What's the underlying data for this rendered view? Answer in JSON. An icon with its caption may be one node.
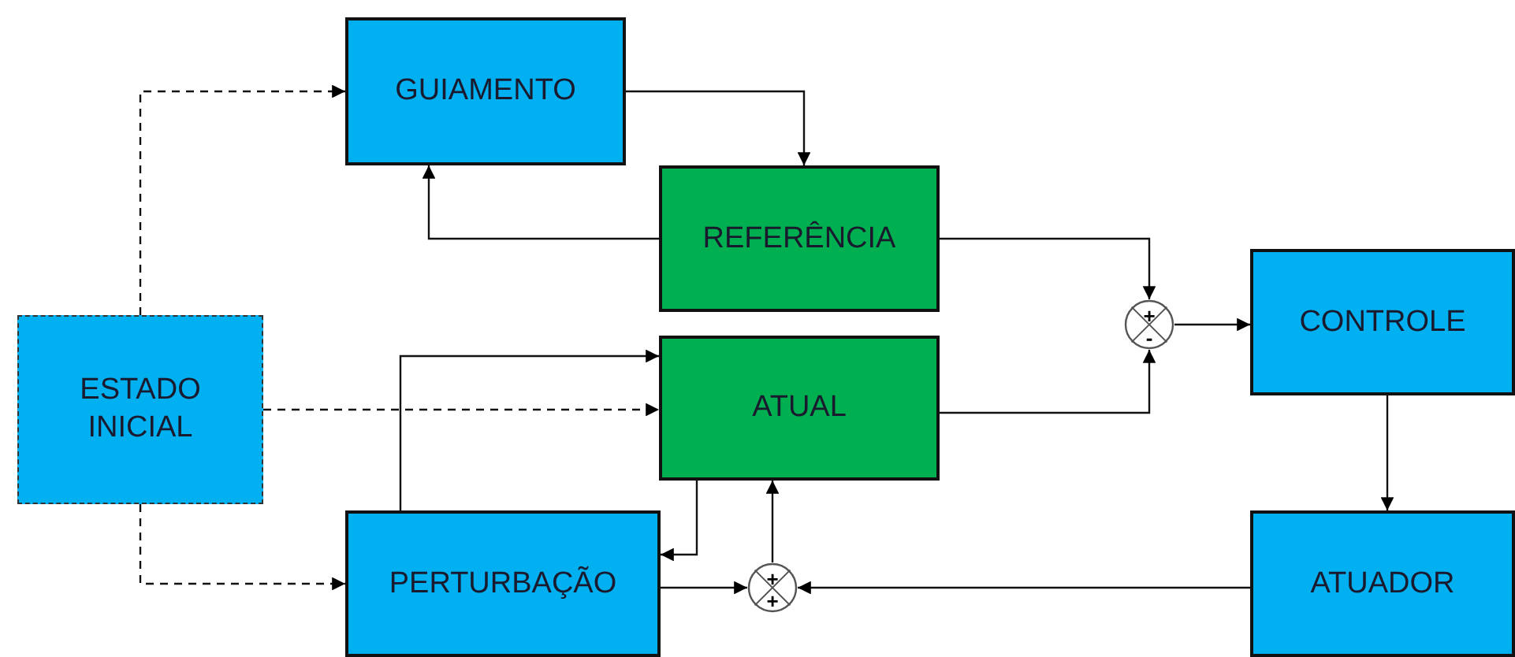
{
  "diagram": {
    "nodes": [
      {
        "text": [
          "ESTADO INICIAL"
        ]
      },
      {
        "text": [
          "GUIAMENTO"
        ]
      },
      {
        "text": [
          "REFERÊNCIA"
        ]
      },
      {
        "text": [
          "ATUAL"
        ]
      },
      {
        "text": [
          "+",
          "-"
        ]
      },
      {
        "text": [
          "CONTROLE"
        ]
      },
      {
        "text": [
          "PERTURBAÇÃO"
        ]
      },
      {
        "text": [
          "+",
          "+"
        ]
      },
      {
        "text": [
          "ATUADOR"
        ]
      }
    ],
    "edges": [
      {
        "from": 0,
        "to": 1,
        "arrow": "to",
        "style": "dashed"
      },
      {
        "from": 0,
        "to": 3,
        "arrow": "to",
        "style": "dashed"
      },
      {
        "from": 0,
        "to": 6,
        "arrow": "to",
        "style": "dashed"
      },
      {
        "from": 1,
        "to": 2,
        "arrow": "to"
      },
      {
        "from": 2,
        "to": 1,
        "arrow": "to"
      },
      {
        "from": 2,
        "to": 4,
        "arrow": "to"
      },
      {
        "from": 3,
        "to": 4,
        "arrow": "to"
      },
      {
        "from": 4,
        "to": 5,
        "arrow": "to"
      },
      {
        "from": 5,
        "to": 8,
        "arrow": "to"
      },
      {
        "from": 8,
        "to": 7,
        "arrow": "to"
      },
      {
        "from": 6,
        "to": 7,
        "arrow": "to"
      },
      {
        "from": 7,
        "to": 3,
        "arrow": "to"
      },
      {
        "from": 3,
        "to": 6,
        "arrow": "to"
      },
      {
        "from": 6,
        "to": 3,
        "arrow": "to"
      }
    ]
  }
}
